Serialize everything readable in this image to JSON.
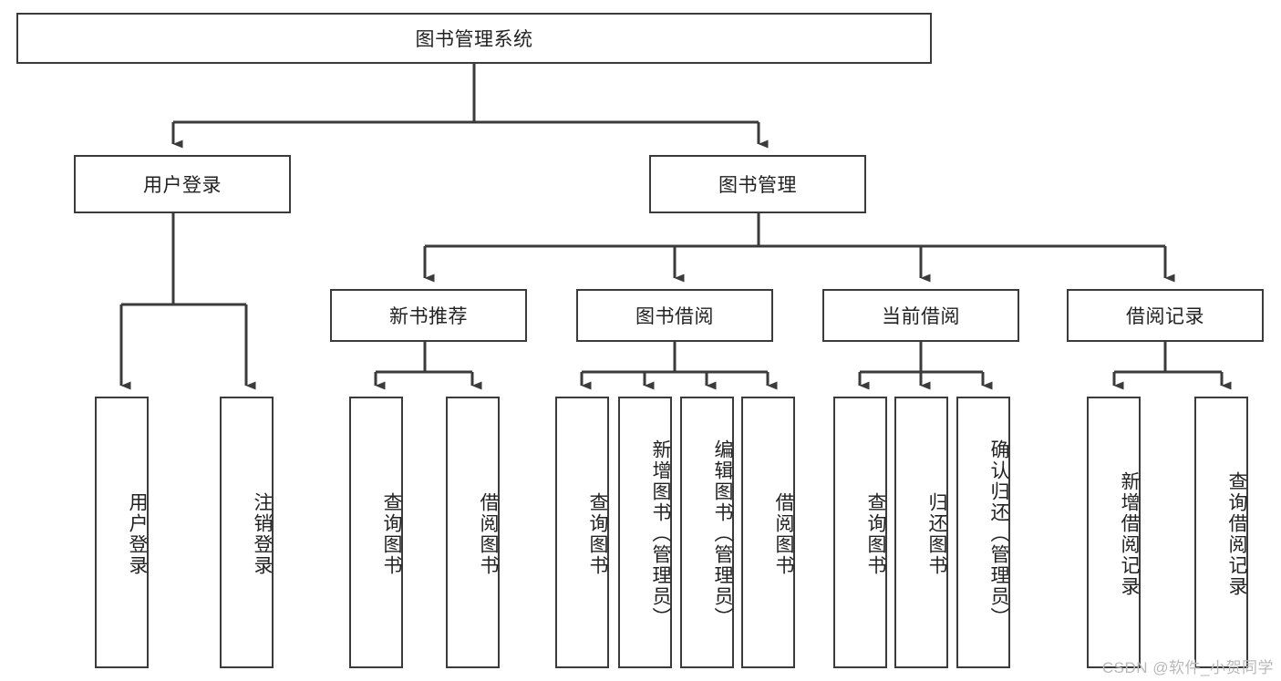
{
  "diagram": {
    "type": "tree-hierarchy",
    "title": "图书管理系统",
    "watermark": "CSDN @软件_小贺同学",
    "edge_color": "#3b3b3b",
    "node_border_color": "#3b3b3b",
    "node_fill": "#ffffff",
    "levels": [
      {
        "level": 0,
        "nodes": [
          {
            "id": "root",
            "label": "图书管理系统",
            "orientation": "horizontal"
          }
        ]
      },
      {
        "level": 1,
        "nodes": [
          {
            "id": "login",
            "label": "用户登录",
            "orientation": "horizontal",
            "parent": "root"
          },
          {
            "id": "bookmgmt",
            "label": "图书管理",
            "orientation": "horizontal",
            "parent": "root"
          }
        ]
      },
      {
        "level": 2,
        "nodes": [
          {
            "id": "newbook",
            "label": "新书推荐",
            "orientation": "horizontal",
            "parent": "bookmgmt"
          },
          {
            "id": "borrow",
            "label": "图书借阅",
            "orientation": "horizontal",
            "parent": "bookmgmt"
          },
          {
            "id": "current",
            "label": "当前借阅",
            "orientation": "horizontal",
            "parent": "bookmgmt"
          },
          {
            "id": "record",
            "label": "借阅记录",
            "orientation": "horizontal",
            "parent": "bookmgmt"
          }
        ]
      },
      {
        "level": 3,
        "nodes": [
          {
            "id": "leaf1",
            "label": "用户登录",
            "orientation": "vertical",
            "parent": "login"
          },
          {
            "id": "leaf2",
            "label": "注销登录",
            "orientation": "vertical",
            "parent": "login"
          },
          {
            "id": "leaf3",
            "label": "查询图书",
            "orientation": "vertical",
            "parent": "newbook"
          },
          {
            "id": "leaf4",
            "label": "借阅图书",
            "orientation": "vertical",
            "parent": "newbook"
          },
          {
            "id": "leaf5",
            "label": "查询图书",
            "orientation": "vertical",
            "parent": "borrow"
          },
          {
            "id": "leaf6",
            "label": "新增图书（管理员）",
            "orientation": "vertical",
            "parent": "borrow"
          },
          {
            "id": "leaf7",
            "label": "编辑图书（管理员）",
            "orientation": "vertical",
            "parent": "borrow"
          },
          {
            "id": "leaf8",
            "label": "借阅图书",
            "orientation": "vertical",
            "parent": "borrow"
          },
          {
            "id": "leaf9",
            "label": "查询图书",
            "orientation": "vertical",
            "parent": "current"
          },
          {
            "id": "leaf10",
            "label": "归还图书",
            "orientation": "vertical",
            "parent": "current"
          },
          {
            "id": "leaf11",
            "label": "确认归还（管理员）",
            "orientation": "vertical",
            "parent": "current"
          },
          {
            "id": "leaf12",
            "label": "新增借阅记录",
            "orientation": "vertical",
            "parent": "record"
          },
          {
            "id": "leaf13",
            "label": "查询借阅记录",
            "orientation": "vertical",
            "parent": "record"
          }
        ]
      }
    ]
  }
}
